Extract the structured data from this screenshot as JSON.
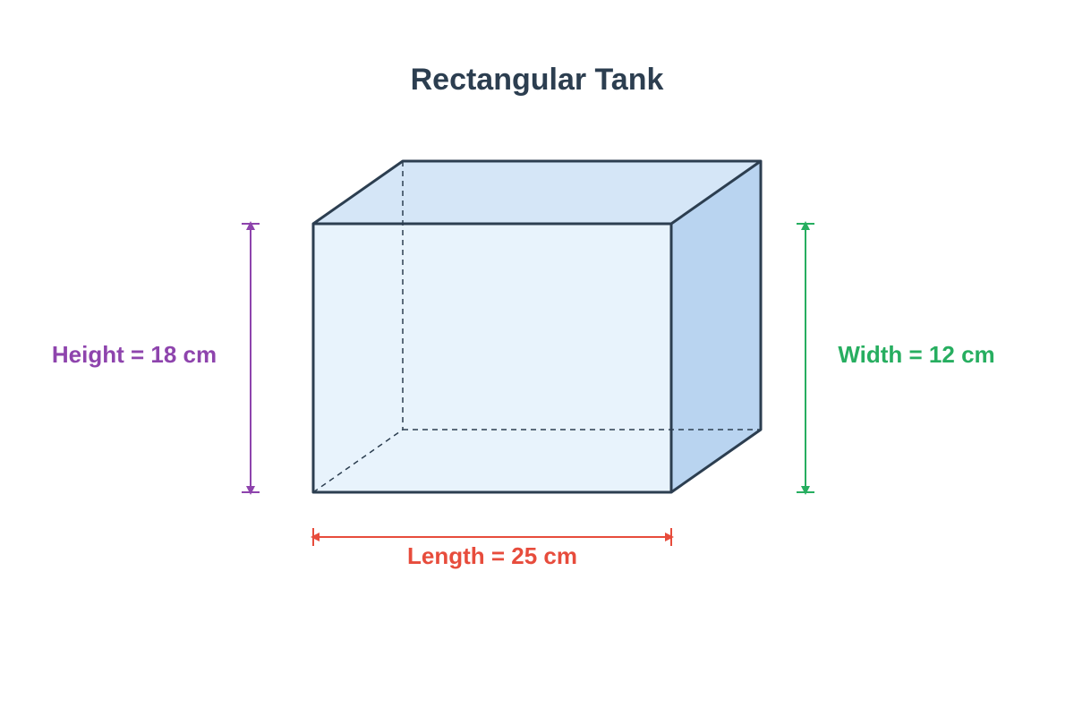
{
  "title": "Rectangular Tank",
  "labels": {
    "height": "Height = 18 cm",
    "width": "Width = 12 cm",
    "length": "Length = 25 cm"
  },
  "colors": {
    "title": "#2c3e50",
    "edge": "#2c3e50",
    "front_face": "#e8f3fc",
    "top_face": "#d5e6f7",
    "side_face": "#b9d4f0",
    "height": "#8e44ad",
    "width": "#27ae60",
    "length": "#e74c3c"
  }
}
